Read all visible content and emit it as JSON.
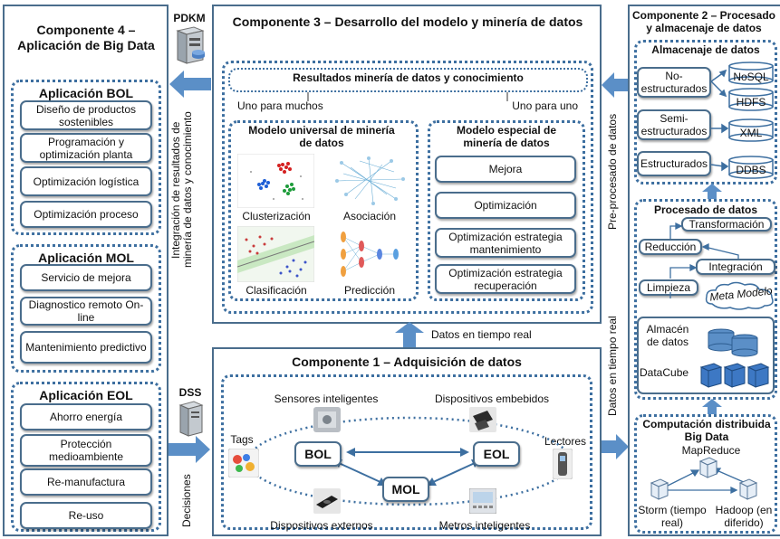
{
  "pdkm": "PDKM",
  "dss": "DSS",
  "comp4": {
    "title": "Componente 4 – Aplicación de Big Data",
    "bol": {
      "title": "Aplicación BOL",
      "items": [
        "Diseño de productos sostenibles",
        "Programación y optimización planta",
        "Optimización logística",
        "Optimización proceso"
      ]
    },
    "mol": {
      "title": "Aplicación MOL",
      "items": [
        "Servicio de mejora",
        "Diagnostico remoto On-line",
        "Mantenimiento predictivo"
      ]
    },
    "eol": {
      "title": "Aplicación EOL",
      "items": [
        "Ahorro energía",
        "Protección medioambiente",
        "Re-manufactura",
        "Re-uso"
      ]
    }
  },
  "comp3": {
    "title": "Componente 3 – Desarrollo del modelo y minería de datos",
    "results": "Resultados minería de datos y conocimiento",
    "one_to_many": "Uno para muchos",
    "one_to_one": "Uno para uno",
    "universal": {
      "title": "Modelo universal de minería de datos",
      "labels": [
        "Clusterización",
        "Asociación",
        "Clasificación",
        "Predicción"
      ]
    },
    "especial": {
      "title": "Modelo especial de minería de datos",
      "items": [
        "Mejora",
        "Optimización",
        "Optimización estrategia mantenimiento",
        "Optimización estrategia recuperación"
      ]
    }
  },
  "comp1": {
    "title": "Componente 1 – Adquisición de datos",
    "sensores": "Sensores inteligentes",
    "embebidos": "Dispositivos embebidos",
    "tags": "Tags",
    "lectores": "Lectores",
    "externos": "Dispositivos externos",
    "metros": "Metros inteligentes",
    "bol": "BOL",
    "eol": "EOL",
    "mol": "MOL"
  },
  "comp2": {
    "title": "Componente 2 – Procesado y almacenaje de datos",
    "almacenaje": {
      "title": "Almacenaje de datos",
      "no_estructurados": "No-estructurados",
      "semi": "Semi-estructurados",
      "estructurados": "Estructurados",
      "nosql": "NoSQL",
      "hdfs": "HDFS",
      "xml": "XML",
      "ddbs": "DDBS"
    },
    "procesado": {
      "title": "Procesado de datos",
      "transformacion": "Transformación",
      "reduccion": "Reducción",
      "integracion": "Integración",
      "limpieza": "Limpieza",
      "meta": "Meta Modelo",
      "almacen": "Almacén de datos",
      "datacube": "DataCube"
    },
    "computacion": {
      "title": "Computación distribuida Big Data",
      "mapreduce": "MapReduce",
      "storm": "Storm (tiempo real)",
      "hadoop": "Hadoop (en diferido)"
    }
  },
  "arrows": {
    "integracion": "Integración de resultados de minería de datos y conocimiento",
    "decisiones": "Decisiones",
    "tiempo_real_h": "Datos en tiempo real",
    "tiempo_real_v": "Datos en tiempo real",
    "preprocesado": "Pre-procesado de datos"
  },
  "colors": {
    "border": "#4a6d8c",
    "dotted": "#3d6fa0",
    "arrow": "#5b8fc7"
  }
}
